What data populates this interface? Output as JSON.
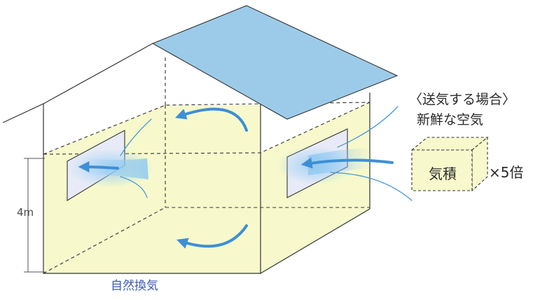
{
  "labels": {
    "supply_case": "〈送気する場合〉",
    "fresh_air": "新鮮な空気",
    "room_volume": "気積",
    "multiplier": "×5倍",
    "height": "4m",
    "natural_ventilation": "自然換気"
  },
  "colors": {
    "wall_fill": "#f7f9cc",
    "roof_fill": "#9ccbe9",
    "outline": "#333333",
    "arrow_blue": "#3d8fd6",
    "window_fill": "#e8ebf7",
    "caption_blue": "#3b59b5"
  },
  "icons": {
    "airflow_arrow": "curved-arrow-icon",
    "volume_box": "cube-icon"
  }
}
